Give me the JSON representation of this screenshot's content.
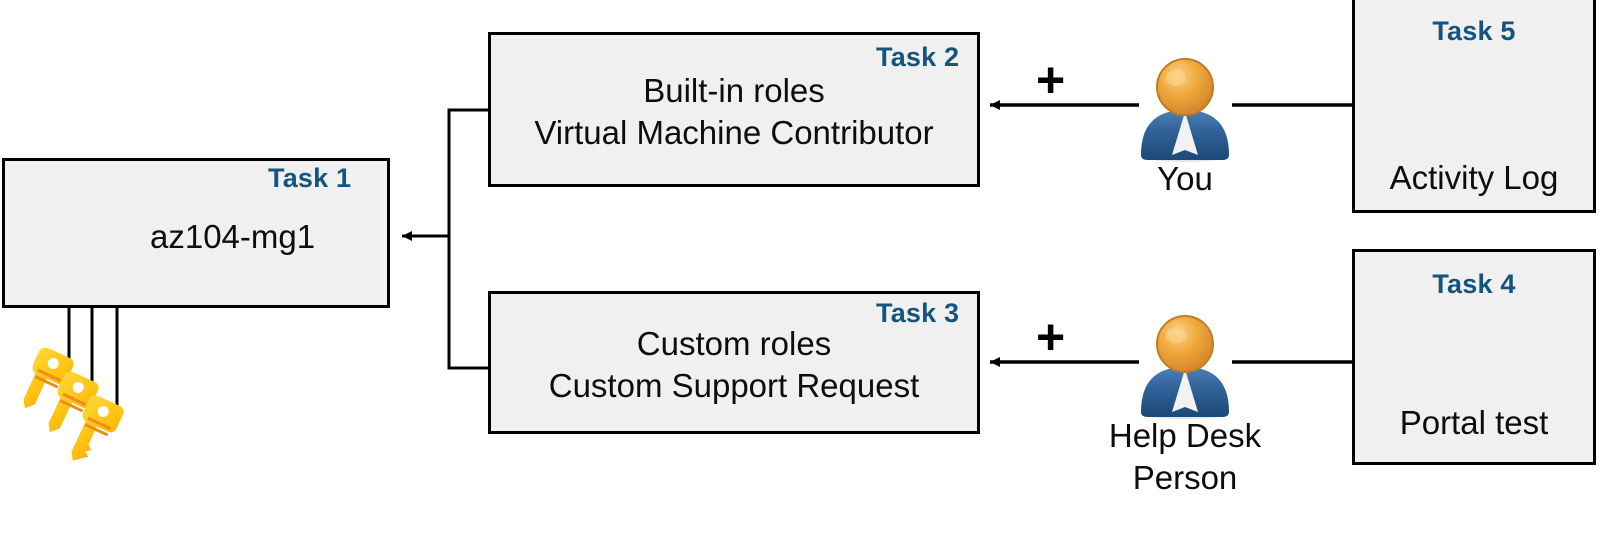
{
  "diagram": {
    "title": "Azure RBAC task diagram",
    "colors": {
      "task_label": "#14557f",
      "box_fill": "#f0f0f0",
      "box_border": "#000000",
      "key_gold": "#ffc20e",
      "key_orange": "#f9a21b",
      "person_head": "#e9a33a",
      "person_body": "#2a5e95",
      "gauge_ring": "#0f7ede",
      "gauge_needle": "#e0302a",
      "portal_arrow": "#3d9ae3",
      "portal_frame": "#bdbdbd",
      "mg_root": "#9b59d0",
      "mg_mid": "#2699e6",
      "mg_leaf": "#32c8b4",
      "mg_bracket": "#a6a6a6"
    },
    "boxes": [
      {
        "id": "task1",
        "task_label": "Task 1",
        "text_lines": [
          "az104-mg1"
        ],
        "icon": "management-group-icon"
      },
      {
        "id": "task2",
        "task_label": "Task 2",
        "text_lines": [
          "Built-in roles",
          "Virtual Machine Contributor"
        ],
        "icon": null
      },
      {
        "id": "task3",
        "task_label": "Task 3",
        "text_lines": [
          "Custom roles",
          "Custom Support Request"
        ],
        "icon": null
      },
      {
        "id": "task4",
        "task_label": "Task 4",
        "text_lines": [
          "Portal test"
        ],
        "icon": "external-link-icon"
      },
      {
        "id": "task5",
        "task_label": "Task 5",
        "text_lines": [
          "Activity Log"
        ],
        "icon": "gauge-icon"
      }
    ],
    "actors": [
      {
        "id": "you",
        "caption_lines": [
          "You"
        ],
        "icon": "person-icon"
      },
      {
        "id": "helpdesk",
        "caption_lines": [
          "Help Desk",
          "Person"
        ],
        "icon": "person-icon"
      }
    ],
    "operators": [
      {
        "id": "plus-top",
        "symbol": "+"
      },
      {
        "id": "plus-bottom",
        "symbol": "+"
      }
    ],
    "keys_icon": {
      "id": "keys",
      "icon": "three-keys-icon",
      "count": 3
    }
  }
}
